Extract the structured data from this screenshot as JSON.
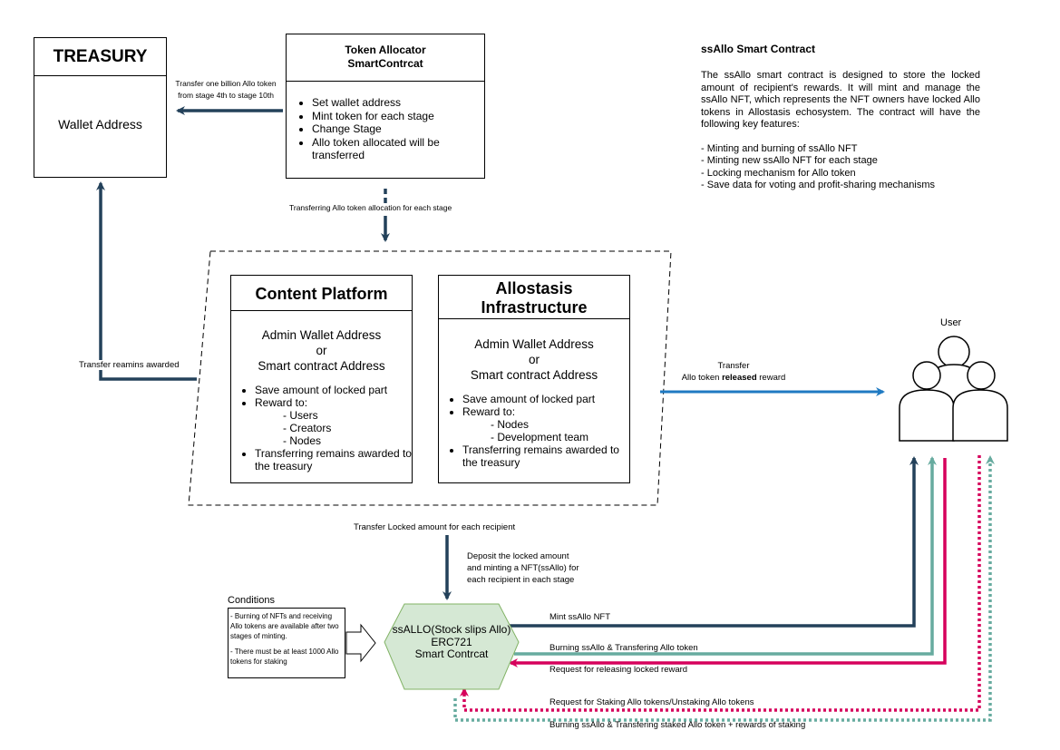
{
  "treasury": {
    "title": "TREASURY",
    "body": "Wallet Address"
  },
  "allocator": {
    "title": "Token Allocator",
    "subtitle": "SmartContrcat",
    "items": [
      "Set wallet address",
      "Mint token for each stage",
      "Change Stage",
      "Allo token allocated will be transferred"
    ]
  },
  "smart_contract_info": {
    "title": "ssAllo Smart Contract",
    "paragraph": "The ssAllo smart contract is designed to store the locked amount of recipient's rewards. It will mint and manage the ssAllo NFT, which represents the NFT owners have locked Allo tokens in Allostasis echosystem. The contract will have the following key features:",
    "features": [
      "- Minting and burning of ssAllo NFT",
      "- Minting new ssAllo NFT for each stage",
      "- Locking mechanism for Allo token",
      "- Save data for voting and profit-sharing mechanisms"
    ]
  },
  "content_platform": {
    "title": "Content Platform",
    "addr1": "Admin Wallet Address",
    "or": "or",
    "addr2": "Smart contract Address",
    "bullet1": "Save amount of locked part",
    "bullet2": "Reward to:",
    "subitems": [
      "- Users",
      "- Creators",
      "- Nodes"
    ],
    "bullet3": "Transferring remains awarded to the treasury"
  },
  "infra": {
    "title1": "Allostasis",
    "title2": "Infrastructure",
    "addr1": "Admin Wallet Address",
    "or": "or",
    "addr2": "Smart contract Address",
    "bullet1": "Save amount of locked part",
    "bullet2": "Reward to:",
    "subitems": [
      "- Nodes",
      "- Development team"
    ],
    "bullet3": "Transferring remains awarded to the treasury"
  },
  "user": {
    "label": "User"
  },
  "hexagon": {
    "line1": "ssALLO(Stock slips Allo)",
    "line2": "ERC721",
    "line3": "Smart Contrcat"
  },
  "conditions": {
    "title": "Conditions",
    "line1": "- Burning of NFTs and receiving Allo tokens are available after two stages of minting.",
    "line2": "- There must be at least 1000 Allo tokens for staking"
  },
  "labels": {
    "transfer_billion_1": "Transfer one billion Allo token",
    "transfer_billion_2": "from stage 4th to stage 10th",
    "transferring_allocation": "Transferring Allo token allocation for each stage",
    "transfer_remains": "Transfer reamins awarded",
    "transfer_released_1": "Transfer",
    "transfer_released_2a": "Allo token ",
    "transfer_released_2b": "released",
    "transfer_released_2c": " reward",
    "transfer_locked": "Transfer Locked amount for each recipient",
    "deposit_1": "Deposit the locked amount",
    "deposit_2": "and minting a NFT(ssAllo) for",
    "deposit_3": "each recipient in each stage",
    "mint_nft": "Mint ssAllo NFT",
    "burning": "Burning ssAllo & Transfering Allo token",
    "request_release": "Request for releasing locked reward",
    "request_staking": "Request for Staking Allo tokens/Unstaking Allo tokens",
    "burning_staked": "Burning ssAllo & Transfering staked Allo token + rewards of staking"
  },
  "colors": {
    "navy": "#23415a",
    "blue": "#1f7ac2",
    "teal": "#67ab9f",
    "magenta": "#d6005c",
    "hex_fill": "#d5e8d4",
    "hex_stroke": "#82b366"
  }
}
